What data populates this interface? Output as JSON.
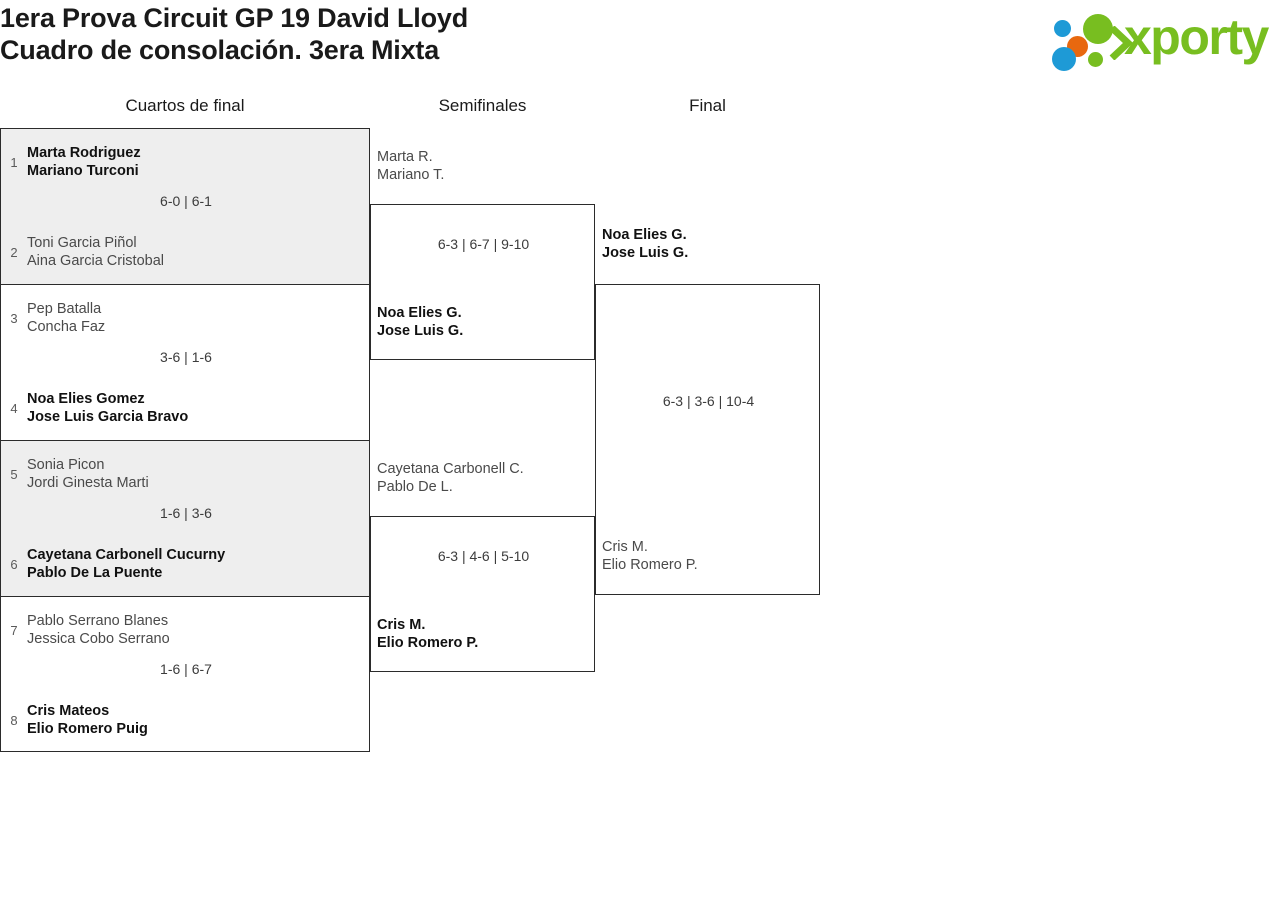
{
  "header": {
    "title_line1": "1era Prova Circuit GP 19 David Lloyd",
    "title_line2": "Cuadro de consolación. 3era Mixta",
    "logo": {
      "text": "xporty",
      "color_green": "#78be20",
      "color_blue": "#1e9ad6",
      "color_orange": "#e8680f"
    }
  },
  "rounds": [
    {
      "label": "Cuartos de final"
    },
    {
      "label": "Semifinales"
    },
    {
      "label": "Final"
    }
  ],
  "quarterfinals": [
    {
      "score": "6-0 | 6-1",
      "top": {
        "seed": "1",
        "p1": "Marta Rodriguez",
        "p2": "Mariano Turconi",
        "winner": true
      },
      "bottom": {
        "seed": "2",
        "p1": "Toni Garcia Piñol",
        "p2": "Aina Garcia Cristobal",
        "winner": false
      }
    },
    {
      "score": "3-6 | 1-6",
      "top": {
        "seed": "3",
        "p1": "Pep Batalla",
        "p2": "Concha Faz",
        "winner": false
      },
      "bottom": {
        "seed": "4",
        "p1": "Noa Elies Gomez",
        "p2": "Jose Luis Garcia Bravo",
        "winner": true
      }
    },
    {
      "score": "1-6 | 3-6",
      "top": {
        "seed": "5",
        "p1": "Sonia Picon",
        "p2": "Jordi Ginesta Marti",
        "winner": false
      },
      "bottom": {
        "seed": "6",
        "p1": "Cayetana Carbonell Cucurny",
        "p2": "Pablo De La Puente",
        "winner": true
      }
    },
    {
      "score": "1-6 | 6-7",
      "top": {
        "seed": "7",
        "p1": "Pablo Serrano Blanes",
        "p2": "Jessica Cobo Serrano",
        "winner": false
      },
      "bottom": {
        "seed": "8",
        "p1": "Cris Mateos",
        "p2": "Elio Romero Puig",
        "winner": true
      }
    }
  ],
  "semifinals": [
    {
      "score": "6-3 | 6-7 | 9-10",
      "top": {
        "p1": "Marta R.",
        "p2": "Mariano T.",
        "winner": false
      },
      "bottom": {
        "p1": "Noa Elies G.",
        "p2": "Jose Luis G.",
        "winner": true
      }
    },
    {
      "score": "6-3 | 4-6 | 5-10",
      "top": {
        "p1": "Cayetana Carbonell C.",
        "p2": "Pablo De L.",
        "winner": false
      },
      "bottom": {
        "p1": "Cris M.",
        "p2": "Elio Romero P.",
        "winner": true
      }
    }
  ],
  "final": {
    "score": "6-3 | 3-6 | 10-4",
    "top": {
      "p1": "Noa Elies G.",
      "p2": "Jose Luis G.",
      "winner": true
    },
    "bottom": {
      "p1": "Cris M.",
      "p2": "Elio Romero P.",
      "winner": false
    }
  }
}
